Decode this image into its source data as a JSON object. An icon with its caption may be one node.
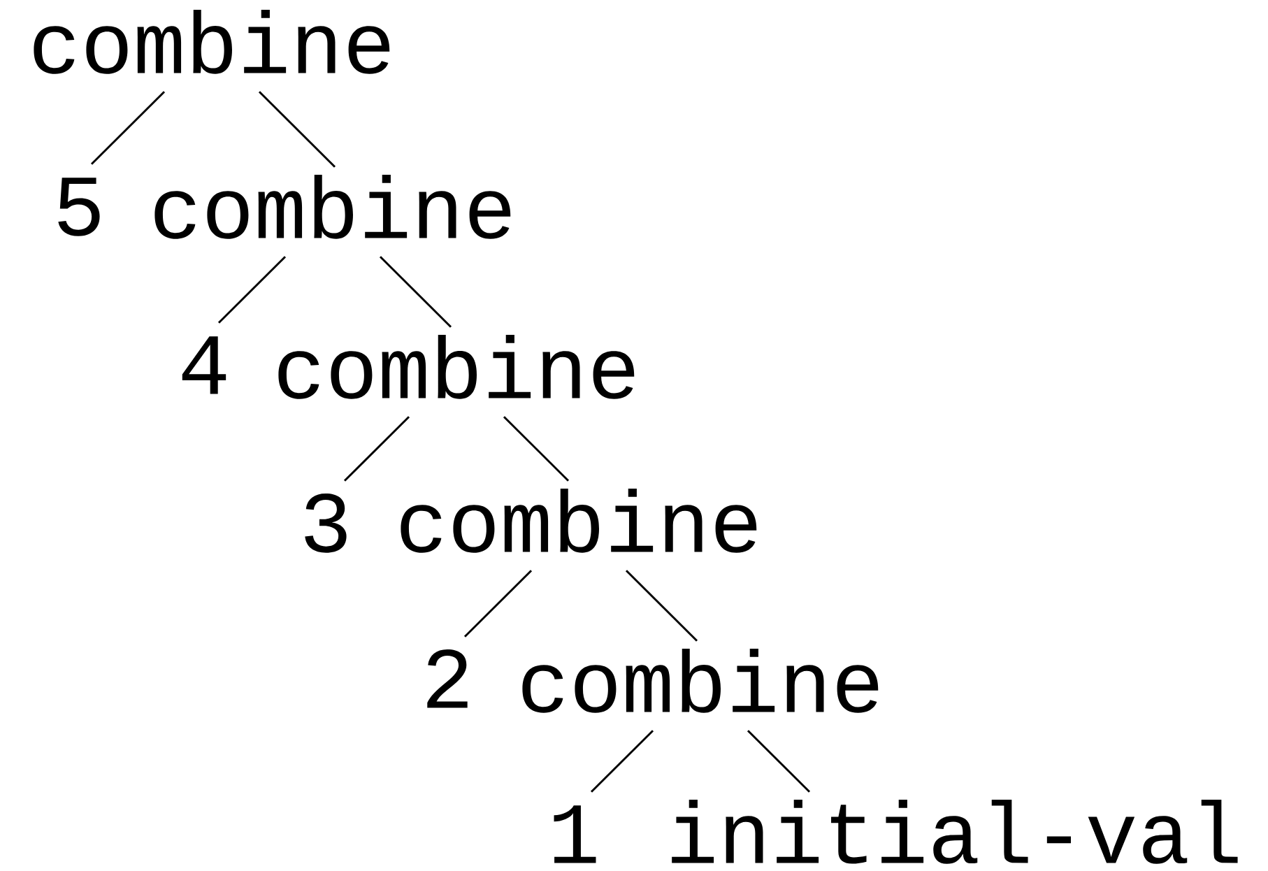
{
  "diagram": {
    "nodes": [
      {
        "text": [
          "combine"
        ]
      },
      {
        "text": [
          "5"
        ]
      },
      {
        "text": [
          "combine"
        ]
      },
      {
        "text": [
          "4"
        ]
      },
      {
        "text": [
          "combine"
        ]
      },
      {
        "text": [
          "3"
        ]
      },
      {
        "text": [
          "combine"
        ]
      },
      {
        "text": [
          "2"
        ]
      },
      {
        "text": [
          "combine"
        ]
      },
      {
        "text": [
          "1"
        ]
      },
      {
        "text": [
          "initial-val"
        ]
      }
    ],
    "edges": [
      {
        "from": 0,
        "to": 1,
        "arrow": "none"
      },
      {
        "from": 0,
        "to": 2,
        "arrow": "none"
      },
      {
        "from": 2,
        "to": 3,
        "arrow": "none"
      },
      {
        "from": 2,
        "to": 4,
        "arrow": "none"
      },
      {
        "from": 4,
        "to": 5,
        "arrow": "none"
      },
      {
        "from": 4,
        "to": 6,
        "arrow": "none"
      },
      {
        "from": 6,
        "to": 7,
        "arrow": "none"
      },
      {
        "from": 6,
        "to": 8,
        "arrow": "none"
      },
      {
        "from": 8,
        "to": 9,
        "arrow": "none"
      },
      {
        "from": 8,
        "to": 10,
        "arrow": "none"
      }
    ]
  }
}
